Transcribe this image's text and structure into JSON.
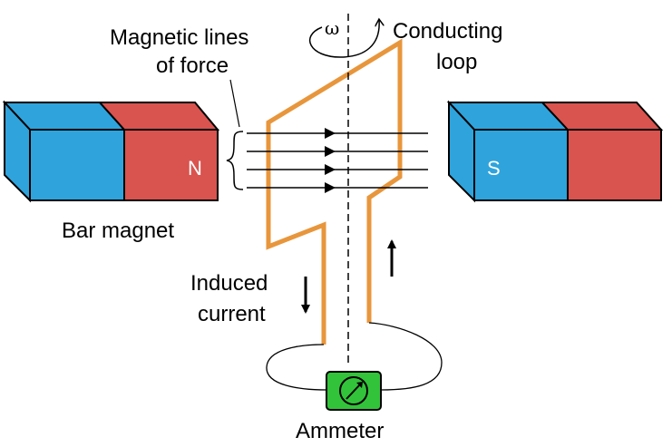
{
  "labels": {
    "magnetic_lines_1": "Magnetic lines",
    "magnetic_lines_2": "of force",
    "conducting_1": "Conducting",
    "conducting_2": "loop",
    "bar_magnet": "Bar magnet",
    "induced_1": "Induced",
    "induced_2": "current",
    "ammeter": "Ammeter",
    "omega": "ω"
  },
  "magnets": {
    "left_pole": "N",
    "right_pole": "S"
  },
  "colors": {
    "magnet_blue": "#2fa3dc",
    "magnet_red": "#d9534f",
    "loop_orange": "#e8963c",
    "ammeter_green": "#33c33a",
    "line_black": "#000000"
  }
}
